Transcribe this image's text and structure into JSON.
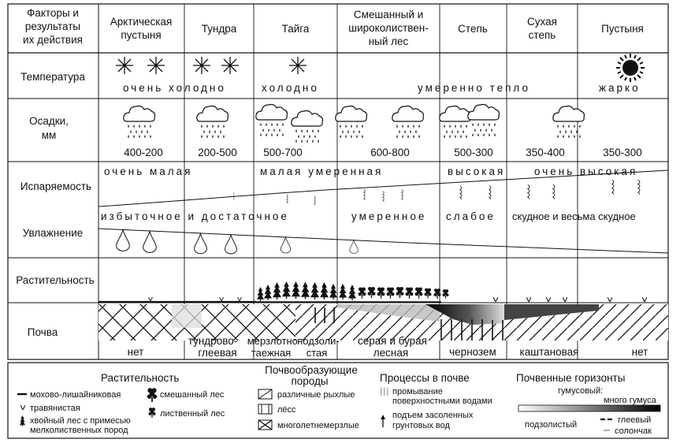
{
  "header": {
    "factors": [
      "Факторы и",
      "результаты",
      "их действия"
    ],
    "zones": [
      {
        "lines": [
          "Арктическая",
          "пустыня"
        ]
      },
      {
        "lines": [
          "Тундра"
        ]
      },
      {
        "lines": [
          "Тайга"
        ]
      },
      {
        "lines": [
          "Смешанный и",
          "широколиствен-",
          "ный лес"
        ]
      },
      {
        "lines": [
          "Степь"
        ]
      },
      {
        "lines": [
          "Сухая",
          "степь"
        ]
      },
      {
        "lines": [
          "Пустыня"
        ]
      }
    ]
  },
  "rows": {
    "temperature": "Температура",
    "precipitation": [
      "Осадки,",
      "мм"
    ],
    "evaporation": "Испаряемость",
    "moisture": "Увлажнение",
    "vegetation": "Растительность",
    "soil": "Почва"
  },
  "temperature": {
    "very_cold": "очень холодно",
    "cold": "холодно",
    "moderate_warm": "умеренно тепло",
    "hot": "жарко"
  },
  "precipitation": {
    "values": [
      "400-200",
      "200-500",
      "500-700",
      "600-800",
      "500-300",
      "350-400",
      "350-300"
    ]
  },
  "evaporation": {
    "very_low": "очень малая",
    "low_moderate": "малая умеренная",
    "high": "высокая",
    "very_high": "очень высокая"
  },
  "moisture": {
    "excess": "избыточное и достаточное",
    "moderate": "умеренное",
    "weak": "слабое",
    "scarce": "скудное и весьма скудное"
  },
  "soils": {
    "none1": "нет",
    "tundra": [
      "тундрово-",
      "глеевая"
    ],
    "permafrost": [
      "мерзлотно-",
      "таежная"
    ],
    "podzolic": [
      "подзоли-",
      "стая"
    ],
    "grey": [
      "серая и бурая",
      "лесная"
    ],
    "chernozem": "чернозем",
    "chestnut": "каштановая",
    "none2": "нет"
  },
  "legend": {
    "vegetation": {
      "title": "Растительность",
      "moss": "мохово-лишайниковая",
      "grass": "травянистая",
      "conifer": [
        "хвойный лес с примесью",
        "мелколиственных пород"
      ],
      "mixed": "смешанный лес",
      "deciduous": "лиственный лес"
    },
    "rocks": {
      "title": [
        "Почвообразующие",
        "породы"
      ],
      "loose": "различные рыхлые",
      "loess": "лёсс",
      "permafrost": "многолетнемерзлые"
    },
    "processes": {
      "title": "Процессы в почве",
      "leaching": [
        "промывание",
        "поверхностными водами"
      ],
      "salt": [
        "подъем засоленных",
        "грунтовых вод"
      ]
    },
    "horizons": {
      "title": "Почвенные горизонты",
      "humus": [
        "гумусовый:",
        "много гумуса"
      ],
      "podzol": "подзолистый",
      "gley": "глеевый",
      "saline": "солончак"
    }
  }
}
